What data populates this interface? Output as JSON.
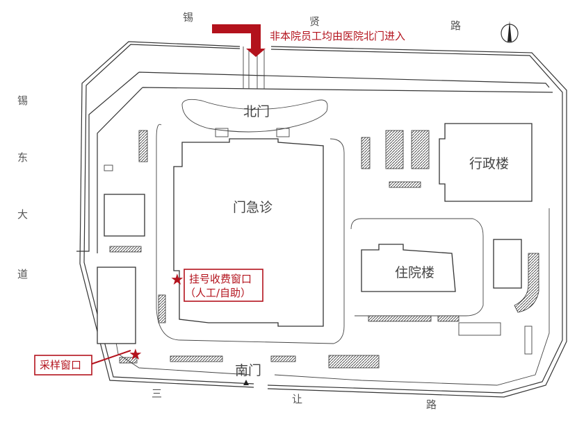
{
  "roads": {
    "north": [
      "锡",
      "贤",
      "路"
    ],
    "west": [
      "锡",
      "东",
      "大",
      "道"
    ],
    "south": [
      "三",
      "让",
      "路"
    ]
  },
  "notice": "非本院员工均由医院北门进入",
  "gates": {
    "north": "北门",
    "south": "南门"
  },
  "buildings": {
    "outpatient": "门急诊",
    "inpatient": "住院楼",
    "admin": "行政楼"
  },
  "callouts": {
    "registration_line1": "挂号收费窗口",
    "registration_line2": "（人工/自助）",
    "sampling": "采样窗口"
  },
  "colors": {
    "accent": "#b3121c"
  }
}
